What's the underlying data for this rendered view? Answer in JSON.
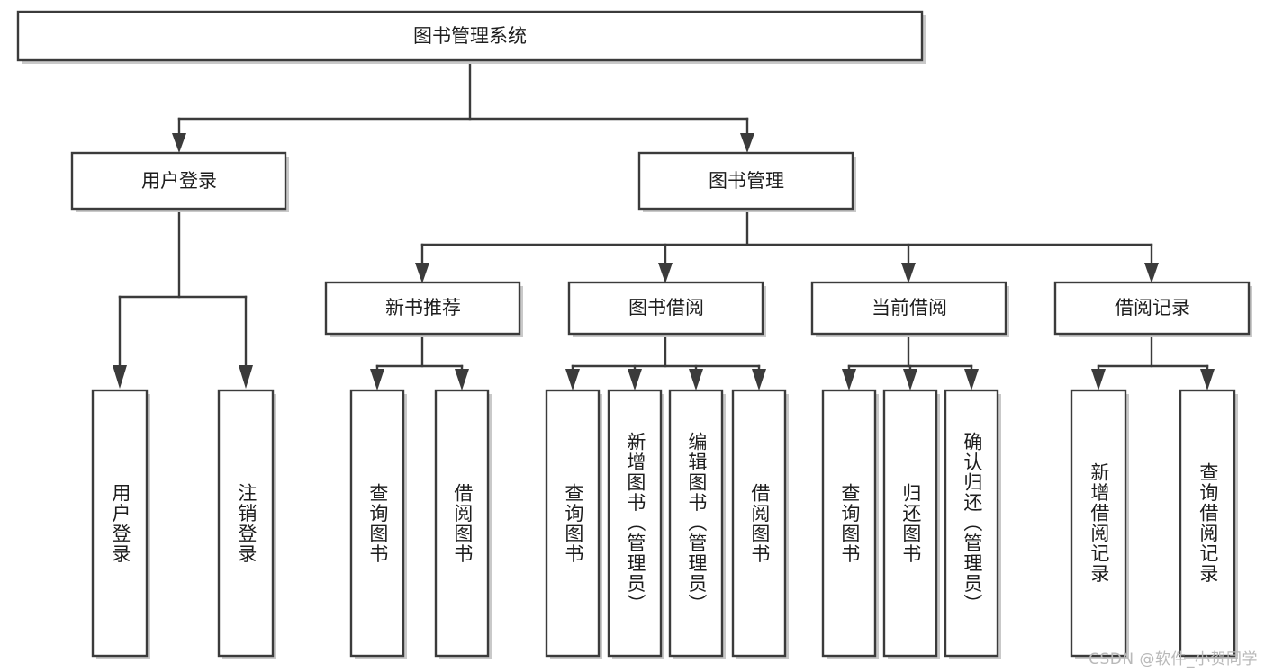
{
  "diagram": {
    "type": "hierarchy-tree",
    "title": "图书管理系统",
    "watermark": "CSDN @软件_小贺同学",
    "colors": {
      "background": "#ffffff",
      "box_stroke": "#3b3b3b",
      "box_fill": "#ffffff",
      "connector": "#3b3b3b",
      "text": "#1d1d1d",
      "watermark": "#b9b9b9"
    },
    "root": {
      "id": "root",
      "label": "图书管理系统",
      "orientation": "horizontal"
    },
    "level2": [
      {
        "id": "user-login",
        "label": "用户登录",
        "orientation": "horizontal"
      },
      {
        "id": "book-manage",
        "label": "图书管理",
        "orientation": "horizontal"
      }
    ],
    "level3": [
      {
        "id": "new-book-recommend",
        "label": "新书推荐",
        "parent": "book-manage",
        "orientation": "horizontal"
      },
      {
        "id": "book-borrow",
        "label": "图书借阅",
        "parent": "book-manage",
        "orientation": "horizontal"
      },
      {
        "id": "current-borrow",
        "label": "当前借阅",
        "parent": "book-manage",
        "orientation": "horizontal"
      },
      {
        "id": "borrow-record",
        "label": "借阅记录",
        "parent": "book-manage",
        "orientation": "horizontal"
      }
    ],
    "leaves": [
      {
        "id": "leaf-user-login",
        "label": "用户登录",
        "parent": "user-login",
        "orientation": "vertical"
      },
      {
        "id": "leaf-logout-login",
        "label": "注销登录",
        "parent": "user-login",
        "orientation": "vertical"
      },
      {
        "id": "leaf-query-book-1",
        "label": "查询图书",
        "parent": "new-book-recommend",
        "orientation": "vertical"
      },
      {
        "id": "leaf-borrow-book-1",
        "label": "借阅图书",
        "parent": "new-book-recommend",
        "orientation": "vertical"
      },
      {
        "id": "leaf-query-book-2",
        "label": "查询图书",
        "parent": "book-borrow",
        "orientation": "vertical"
      },
      {
        "id": "leaf-add-book",
        "label": "新增图书（管理员）",
        "parent": "book-borrow",
        "orientation": "vertical"
      },
      {
        "id": "leaf-edit-book",
        "label": "编辑图书（管理员）",
        "parent": "book-borrow",
        "orientation": "vertical"
      },
      {
        "id": "leaf-borrow-book-2",
        "label": "借阅图书",
        "parent": "book-borrow",
        "orientation": "vertical"
      },
      {
        "id": "leaf-query-book-3",
        "label": "查询图书",
        "parent": "current-borrow",
        "orientation": "vertical"
      },
      {
        "id": "leaf-return-book",
        "label": "归还图书",
        "parent": "current-borrow",
        "orientation": "vertical"
      },
      {
        "id": "leaf-confirm-return",
        "label": "确认归还（管理员）",
        "parent": "current-borrow",
        "orientation": "vertical"
      },
      {
        "id": "leaf-add-record",
        "label": "新增借阅记录",
        "parent": "borrow-record",
        "orientation": "vertical"
      },
      {
        "id": "leaf-query-record",
        "label": "查询借阅记录",
        "parent": "borrow-record",
        "orientation": "vertical"
      }
    ]
  }
}
